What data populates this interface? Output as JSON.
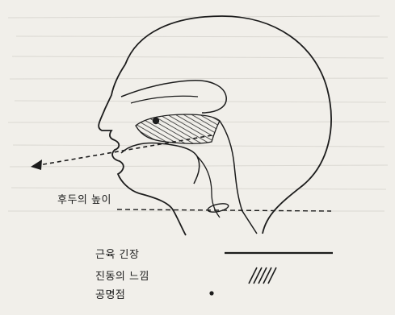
{
  "figure": {
    "larynx_height_label": "후두의 높이",
    "legend": {
      "muscle_tension_label": "근육 긴장",
      "vibration_label": "진동의 느낌",
      "resonance_point_label": "공명점"
    },
    "colors": {
      "ink": "#1c1c1c",
      "paper": "#f1efea",
      "hatch": "#2a2a2a"
    },
    "icons": {
      "muscle_tension": "solid-line",
      "vibration": "hatching",
      "resonance_point": "dot"
    }
  }
}
